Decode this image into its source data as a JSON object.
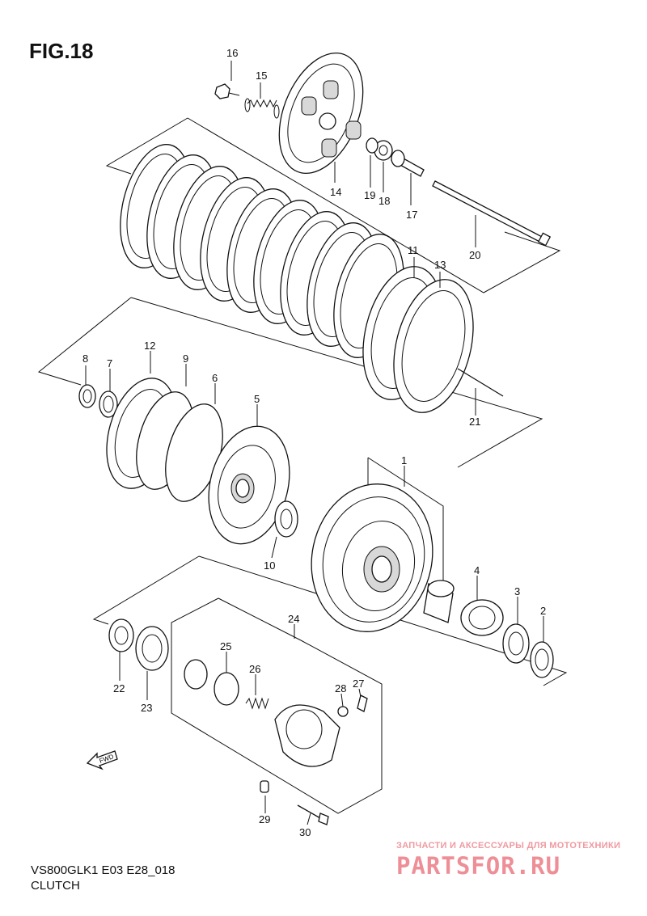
{
  "figure": {
    "title": "FIG.18"
  },
  "footer": {
    "model_code": "VS800GLK1 E03 E28_018",
    "section_name": "CLUTCH"
  },
  "watermark": {
    "tagline": "ЗАПЧАСТИ И АКСЕССУАРЫ ДЛЯ МОТОТЕХНИКИ",
    "brand": "PARTSFOR.RU"
  },
  "direction_marker": {
    "label": "FWD"
  },
  "callouts": {
    "c1": "1",
    "c2": "2",
    "c3": "3",
    "c4": "4",
    "c5": "5",
    "c6": "6",
    "c7": "7",
    "c8": "8",
    "c9": "9",
    "c10": "10",
    "c11": "11",
    "c12": "12",
    "c13": "13",
    "c14": "14",
    "c15": "15",
    "c16": "16",
    "c17": "17",
    "c18": "18",
    "c19": "19",
    "c20": "20",
    "c21": "21",
    "c22": "22",
    "c23": "23",
    "c24": "24",
    "c25": "25",
    "c26": "26",
    "c27": "27",
    "c28": "28",
    "c29": "29",
    "c30": "30"
  },
  "colors": {
    "ink": "#111111",
    "watermark": "#ee8f97",
    "background": "#ffffff"
  }
}
